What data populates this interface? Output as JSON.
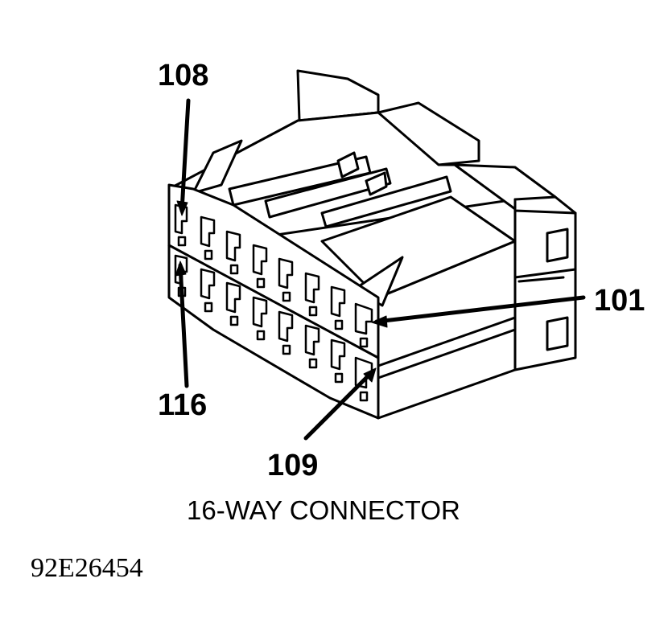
{
  "pin_labels": {
    "top_left": "108",
    "bottom_left": "116",
    "right": "101",
    "bottom": "109"
  },
  "caption": "16-WAY CONNECTOR",
  "figure_code": "92E26454",
  "colors": {
    "ink": "#000000",
    "paper": "#ffffff"
  }
}
